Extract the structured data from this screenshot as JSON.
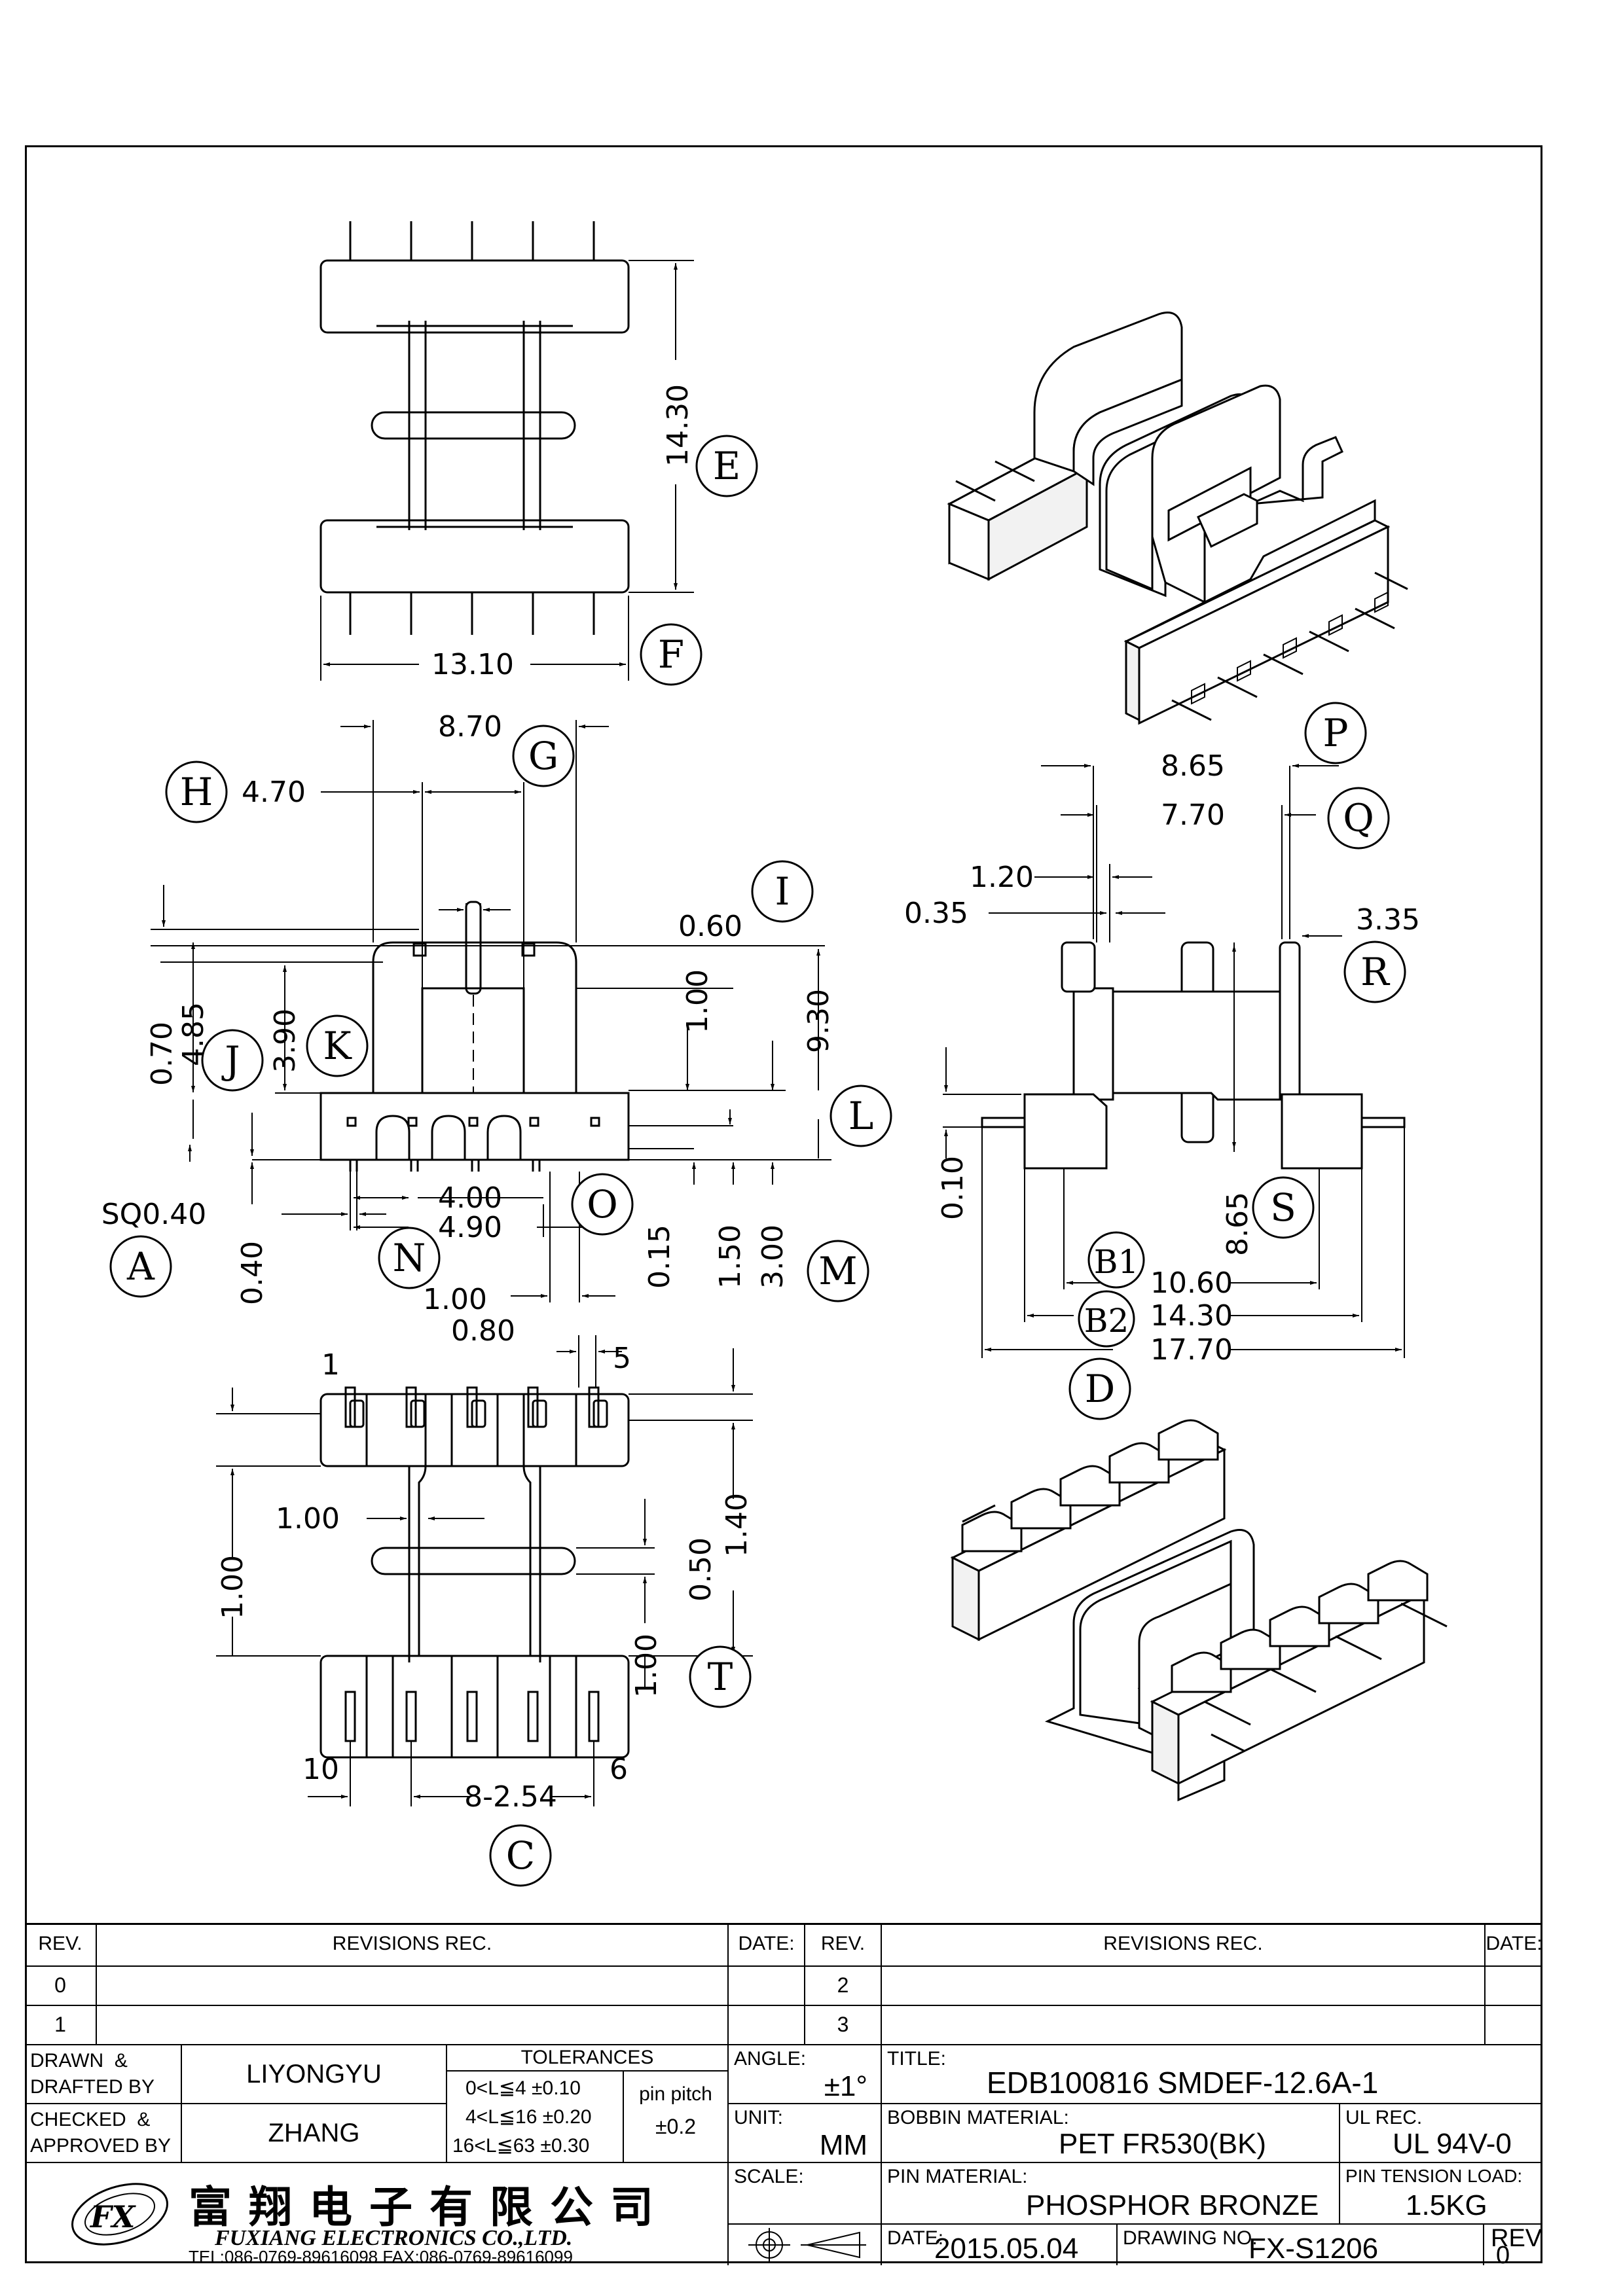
{
  "drawing": {
    "dims": {
      "d1310": "13.10",
      "d1430a": "14.30",
      "d870": "8.70",
      "d470": "4.70",
      "d060": "0.60",
      "d100a": "1.00",
      "d930": "9.30",
      "d070": "0.70",
      "d485": "4.85",
      "d390": "3.90",
      "sq040": "SQ0.40",
      "d040": "0.40",
      "d400": "4.00",
      "d490": "4.90",
      "d015": "0.15",
      "d150": "1.50",
      "d300": "3.00",
      "d100b": "1.00",
      "d080": "0.80",
      "d865a": "8.65",
      "d770": "7.70",
      "d120": "1.20",
      "d035": "0.35",
      "d335": "3.35",
      "d010": "0.10",
      "d865b": "8.65",
      "d1060": "10.60",
      "d1430b": "14.30",
      "d1770": "17.70",
      "d100c": "1.00",
      "d100d": "1.00",
      "d140": "1.40",
      "d050": "0.50",
      "d100e": "1.00",
      "d254": "8-2.54",
      "p1": "1",
      "p5": "5",
      "p10": "10",
      "p6": "6"
    },
    "labels": {
      "E": "E",
      "F": "F",
      "G": "G",
      "H": "H",
      "I": "I",
      "J": "J",
      "K": "K",
      "L": "L",
      "M": "M",
      "N": "N",
      "O": "O",
      "A": "A",
      "P": "P",
      "Q": "Q",
      "R": "R",
      "S": "S",
      "B1": "B1",
      "B2": "B2",
      "D": "D",
      "T": "T",
      "C": "C"
    }
  },
  "title_block": {
    "rev_hdr": "REV.",
    "revisions_hdr": "REVISIONS   REC.",
    "date_hdr": "DATE:",
    "rev_hdr2": "REV.",
    "revisions_hdr2": "REVISIONS   REC.",
    "date_hdr2": "DATE:",
    "rev0": "0",
    "rev1": "1",
    "rev2": "2",
    "rev3": "3",
    "drawn_lbl": "DRAWN  &\nDRAFTED BY",
    "drawn": "LIYONGYU",
    "checked_lbl": "CHECKED  &\nAPPROVED BY",
    "checked": "ZHANG",
    "tol_hdr": "TOLERANCES",
    "tol1": "0<L≦4   ±0.10",
    "tol2": "4<L≦16  ±0.20",
    "tol3": "16<L≦63  ±0.30",
    "pin_pitch_lbl": "pin  pitch",
    "pin_pitch": "±0.2",
    "angle_lbl": "ANGLE:",
    "angle": "±1°",
    "unit_lbl": "UNIT:",
    "unit": "MM",
    "scale_lbl": "SCALE:",
    "title_lbl": "TITLE:",
    "title": "EDB100816  SMDEF-12.6A-1",
    "bobbin_lbl": "BOBBIN  MATERIAL:",
    "bobbin": "PET  FR530(BK)",
    "ul_lbl": "UL  REC.",
    "ul": "UL  94V-0",
    "pin_mat_lbl": "PIN  MATERIAL:",
    "pin_mat": "PHOSPHOR  BRONZE",
    "tension_lbl": "PIN  TENSION  LOAD:",
    "tension": "1.5KG",
    "date_lbl": "DATE:",
    "date": "2015.05.04",
    "dwg_lbl": "DRAWING  NO.",
    "dwg": "FX-S1206",
    "rev_lbl": "REV.",
    "rev": "0",
    "company_cn": "富翔电子有限公司",
    "company_en": "FUXIANG   ELECTRONICS  CO.,LTD.",
    "company_tel": "TEL:086-0769-89616098   FAX:086-0769-89616099"
  }
}
